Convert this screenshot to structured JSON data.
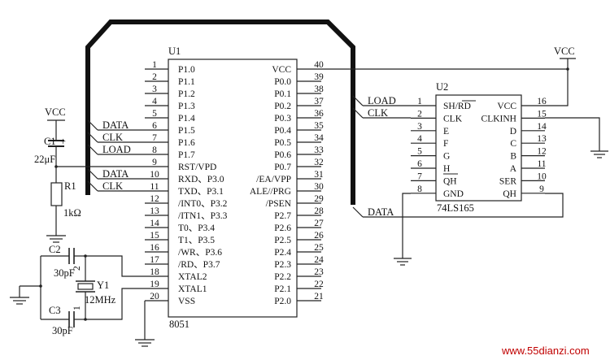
{
  "u1": {
    "ref": "U1",
    "part": "8051",
    "left_pins": [
      {
        "num": "1",
        "name": "P1.0"
      },
      {
        "num": "2",
        "name": "P1.1"
      },
      {
        "num": "3",
        "name": "P1.2"
      },
      {
        "num": "4",
        "name": "P1.3"
      },
      {
        "num": "5",
        "name": "P1.4"
      },
      {
        "num": "6",
        "name": "P1.5"
      },
      {
        "num": "7",
        "name": "P1.6"
      },
      {
        "num": "8",
        "name": "P1.7"
      },
      {
        "num": "9",
        "name": "RST/VPD"
      },
      {
        "num": "10",
        "name": "RXD、P3.0"
      },
      {
        "num": "11",
        "name": "TXD、P3.1"
      },
      {
        "num": "12",
        "name": "/INT0、P3.2"
      },
      {
        "num": "13",
        "name": "/ITN1、P3.3"
      },
      {
        "num": "14",
        "name": "T0、P3.4"
      },
      {
        "num": "15",
        "name": "T1、P3.5"
      },
      {
        "num": "16",
        "name": "/WR、P3.6"
      },
      {
        "num": "17",
        "name": "/RD、P3.7"
      },
      {
        "num": "18",
        "name": "XTAL2"
      },
      {
        "num": "19",
        "name": "XTAL1"
      },
      {
        "num": "20",
        "name": "VSS"
      }
    ],
    "right_pins": [
      {
        "num": "40",
        "name": "VCC"
      },
      {
        "num": "39",
        "name": "P0.0"
      },
      {
        "num": "38",
        "name": "P0.1"
      },
      {
        "num": "37",
        "name": "P0.2"
      },
      {
        "num": "36",
        "name": "P0.3"
      },
      {
        "num": "35",
        "name": "P0.4"
      },
      {
        "num": "34",
        "name": "P0.5"
      },
      {
        "num": "33",
        "name": "P0.6"
      },
      {
        "num": "32",
        "name": "P0.7"
      },
      {
        "num": "31",
        "name": "/EA/VPP"
      },
      {
        "num": "30",
        "name": "ALE//PRG"
      },
      {
        "num": "29",
        "name": "/PSEN"
      },
      {
        "num": "28",
        "name": "P2.7"
      },
      {
        "num": "27",
        "name": "P2.6"
      },
      {
        "num": "26",
        "name": "P2.5"
      },
      {
        "num": "25",
        "name": "P2.4"
      },
      {
        "num": "24",
        "name": "P2.3"
      },
      {
        "num": "23",
        "name": "P2.2"
      },
      {
        "num": "22",
        "name": "P2.1"
      },
      {
        "num": "21",
        "name": "P2.0"
      }
    ]
  },
  "u2": {
    "ref": "U2",
    "part": "74LS165",
    "left_pins": [
      {
        "num": "1",
        "name": "SH/RD"
      },
      {
        "num": "2",
        "name": "CLK"
      },
      {
        "num": "3",
        "name": "E"
      },
      {
        "num": "4",
        "name": "F"
      },
      {
        "num": "5",
        "name": "G"
      },
      {
        "num": "6",
        "name": "H"
      },
      {
        "num": "7",
        "name": "QH"
      },
      {
        "num": "8",
        "name": "GND"
      }
    ],
    "right_pins": [
      {
        "num": "16",
        "name": "VCC"
      },
      {
        "num": "15",
        "name": "CLKINH"
      },
      {
        "num": "14",
        "name": "D"
      },
      {
        "num": "13",
        "name": "C"
      },
      {
        "num": "12",
        "name": "B"
      },
      {
        "num": "11",
        "name": "A"
      },
      {
        "num": "10",
        "name": "SER"
      },
      {
        "num": "9",
        "name": "QH"
      }
    ]
  },
  "nets": {
    "data": "DATA",
    "clk": "CLK",
    "load": "LOAD"
  },
  "power": {
    "vcc_left": "VCC",
    "vcc_right": "VCC"
  },
  "components": {
    "c1_ref": "C1",
    "c1_polarity": "+",
    "c1_value": "22μF",
    "r1_ref": "R1",
    "r1_value": "1kΩ",
    "c2_ref": "C2",
    "c2_value": "30pF",
    "c3_ref": "C3",
    "c3_value": "30pF",
    "y1_ref": "Y1",
    "y1_value": "12MHz",
    "y1_pin2": "2",
    "y1_pin1": "1"
  },
  "watermark": "www.55dianzi.com"
}
